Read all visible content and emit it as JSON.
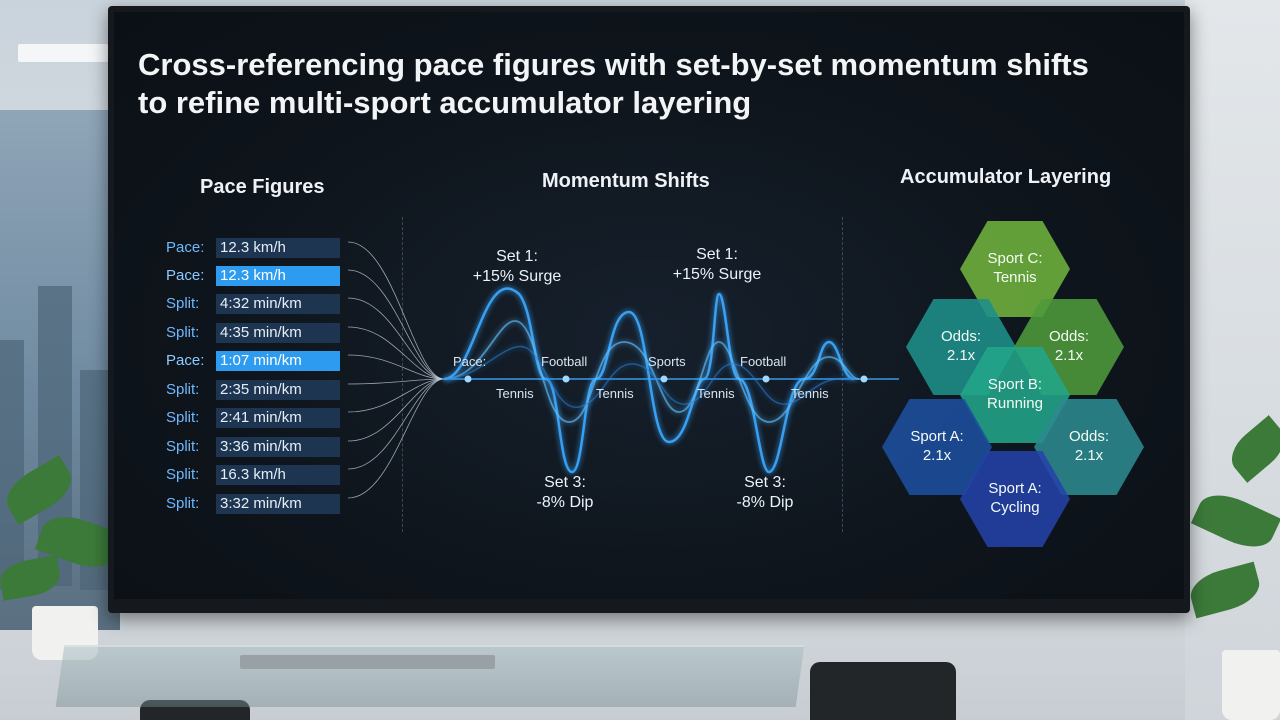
{
  "title": "Cross-referencing pace figures with set-by-set momentum shifts to refine multi-sport accumulator layering",
  "columns": {
    "pace": "Pace Figures",
    "momentum": "Momentum Shifts",
    "accumulator": "Accumulator Layering"
  },
  "pace_rows": [
    {
      "label": "Pace:",
      "value": "12.3 km/h",
      "highlight": false
    },
    {
      "label": "Pace:",
      "value": "12.3 km/h",
      "highlight": true
    },
    {
      "label": "Split:",
      "value": "4:32 min/km",
      "highlight": false
    },
    {
      "label": "Split:",
      "value": "4:35 min/km",
      "highlight": false
    },
    {
      "label": "Pace:",
      "value": "1:07 min/km",
      "highlight": true
    },
    {
      "label": "Split:",
      "value": "2:35 min/km",
      "highlight": false
    },
    {
      "label": "Split:",
      "value": "2:41 min/km",
      "highlight": false
    },
    {
      "label": "Split:",
      "value": "3:36 min/km",
      "highlight": false
    },
    {
      "label": "Split:",
      "value": "16.3 km/h",
      "highlight": false
    },
    {
      "label": "Split:",
      "value": "3:32 min/km",
      "highlight": false
    }
  ],
  "momentum": {
    "surge_1": "Set 1:\n+15% Surge",
    "surge_2": "Set 1:\n+15% Surge",
    "dip_1": "Set 3:\n-8% Dip",
    "dip_2": "Set 3:\n-8% Dip",
    "axis_labels": [
      "Pace:",
      "Football",
      "Sports",
      "Football",
      "Tennis",
      "Tennis",
      "Tennis",
      "Tennis"
    ]
  },
  "hexes": [
    {
      "text": "Sport C:\nTennis",
      "color": "#6fb33e"
    },
    {
      "text": "Odds:\n2.1x",
      "color": "#1e8f8a"
    },
    {
      "text": "Odds:\n2.1x",
      "color": "#4f9a3a"
    },
    {
      "text": "Sport B:\nRunning",
      "color": "#22a58a"
    },
    {
      "text": "Sport A:\n2.1x",
      "color": "#1c4f9e"
    },
    {
      "text": "Odds:\n2.1x",
      "color": "#2c8a8f"
    },
    {
      "text": "Sport A:\nCycling",
      "color": "#2442a8"
    }
  ],
  "colors": {
    "accent_blue": "#2d9cf0",
    "wave_glow": "#3aa8ff"
  }
}
